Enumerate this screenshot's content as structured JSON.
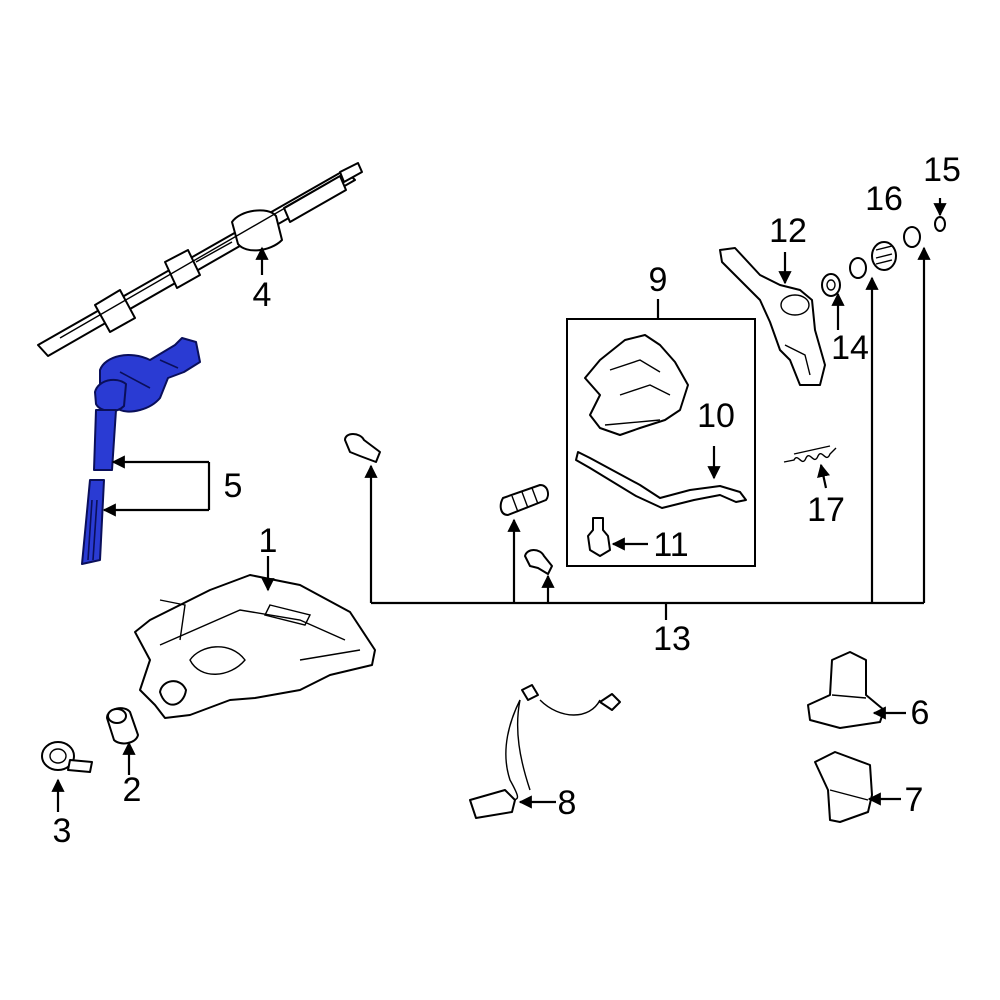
{
  "colors": {
    "highlight": "#2a3bd3",
    "line": "#000000",
    "background": "#ffffff"
  },
  "callouts": {
    "c1": "1",
    "c2": "2",
    "c3": "3",
    "c4": "4",
    "c5": "5",
    "c6": "6",
    "c7": "7",
    "c8": "8",
    "c9": "9",
    "c10": "10",
    "c11": "11",
    "c12": "12",
    "c13": "13",
    "c14": "14",
    "c15": "15",
    "c16": "16",
    "c17": "17"
  }
}
